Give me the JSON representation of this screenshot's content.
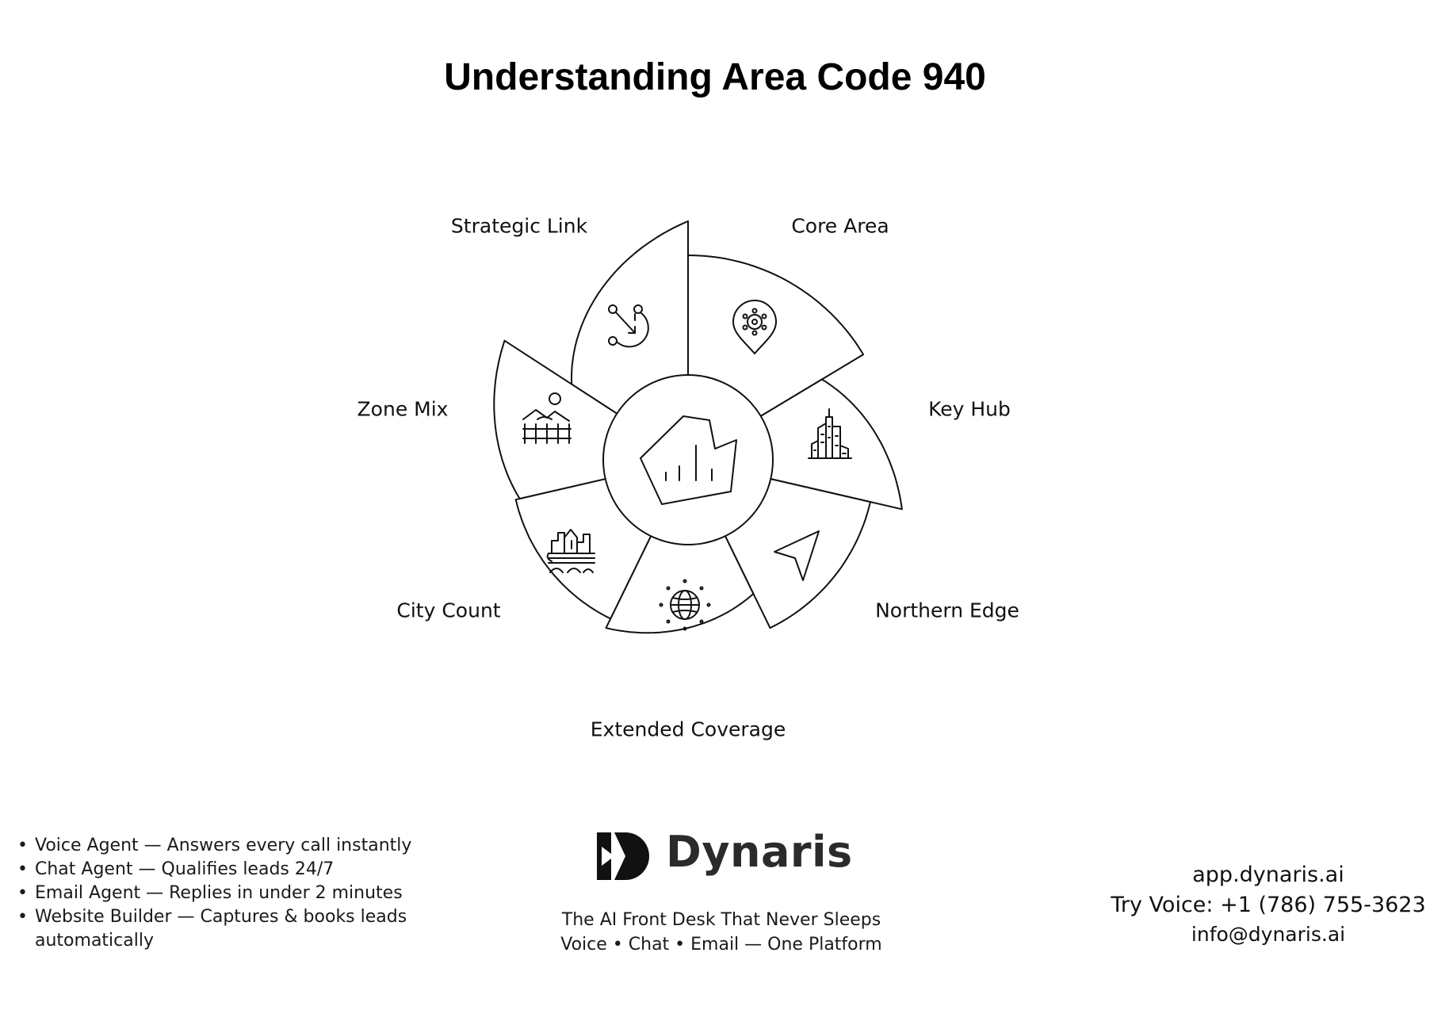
{
  "title": "Understanding Area Code 940",
  "segments": [
    {
      "label": "Strategic Link",
      "icon": "route-icon"
    },
    {
      "label": "Core Area",
      "icon": "badge-location-pin-icon"
    },
    {
      "label": "Key Hub",
      "icon": "city-skyline-icon"
    },
    {
      "label": "Northern Edge",
      "icon": "navigation-arrow-icon"
    },
    {
      "label": "Extended Coverage",
      "icon": "globe-icon"
    },
    {
      "label": "City Count",
      "icon": "city-bridge-icon"
    },
    {
      "label": "Zone Mix",
      "icon": "landscape-fence-icon"
    }
  ],
  "center_icon": "region-map-chart-icon",
  "features": [
    "Voice Agent — Answers every call instantly",
    "Chat Agent — Qualifies leads 24/7",
    "Email Agent — Replies in under 2 minutes",
    " Website Builder — Captures & books leads automatically"
  ],
  "brand": {
    "name": "Dynaris",
    "tagline_1": "The AI Front Desk That Never Sleeps",
    "tagline_2": "Voice • Chat • Email — One Platform"
  },
  "contact": {
    "url": "app.dynaris.ai",
    "phone": "Try Voice: +1 (786) 755-3623",
    "email": "info@dynaris.ai"
  }
}
